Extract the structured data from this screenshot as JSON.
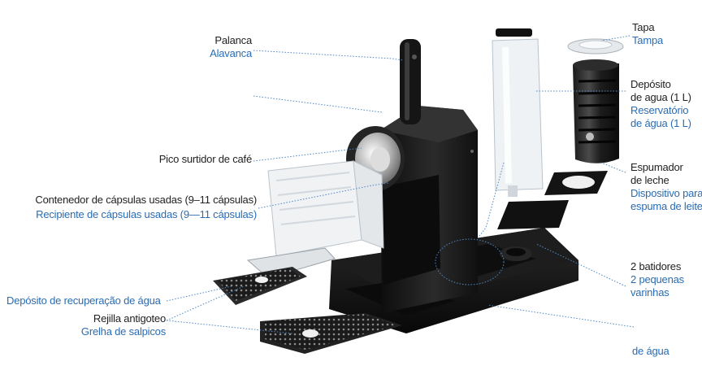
{
  "labels": {
    "lever_es": "Palanca",
    "lever_pt": "Alavanca",
    "spout_es": "Pico surtidor de café",
    "capsule_container_es": "Contenedor de cápsulas usadas (9–11 cápsulas)",
    "capsule_container_pt": "Recipiente de cápsulas usadas (9—11 cápsulas)",
    "drip_tray_pt": "Depósito de recuperação de água",
    "drip_grid_es": "Rejilla antigoteo",
    "drip_grid_pt": "Grelha de salpicos",
    "lid_es": "Tapa",
    "lid_pt": "Tampa",
    "tank_es_1": "Depósito",
    "tank_es_2": "de agua (1 L)",
    "tank_pt_1": "Reservatório",
    "tank_pt_2": "de água (1 L)",
    "frother_es_1": "Espumador",
    "frother_es_2": "de leche",
    "frother_pt_1": "Dispositivo para",
    "frother_pt_2": "espuma de leite",
    "whisks_es": "2 batidores",
    "whisks_pt_1": "2 pequenas",
    "whisks_pt_2": "varinhas",
    "bottom_pt": "de água"
  },
  "colors": {
    "label_primary": "#222222",
    "label_secondary": "#2a6cb3",
    "machine_body": "#141414",
    "leader": "#4f88c6"
  }
}
